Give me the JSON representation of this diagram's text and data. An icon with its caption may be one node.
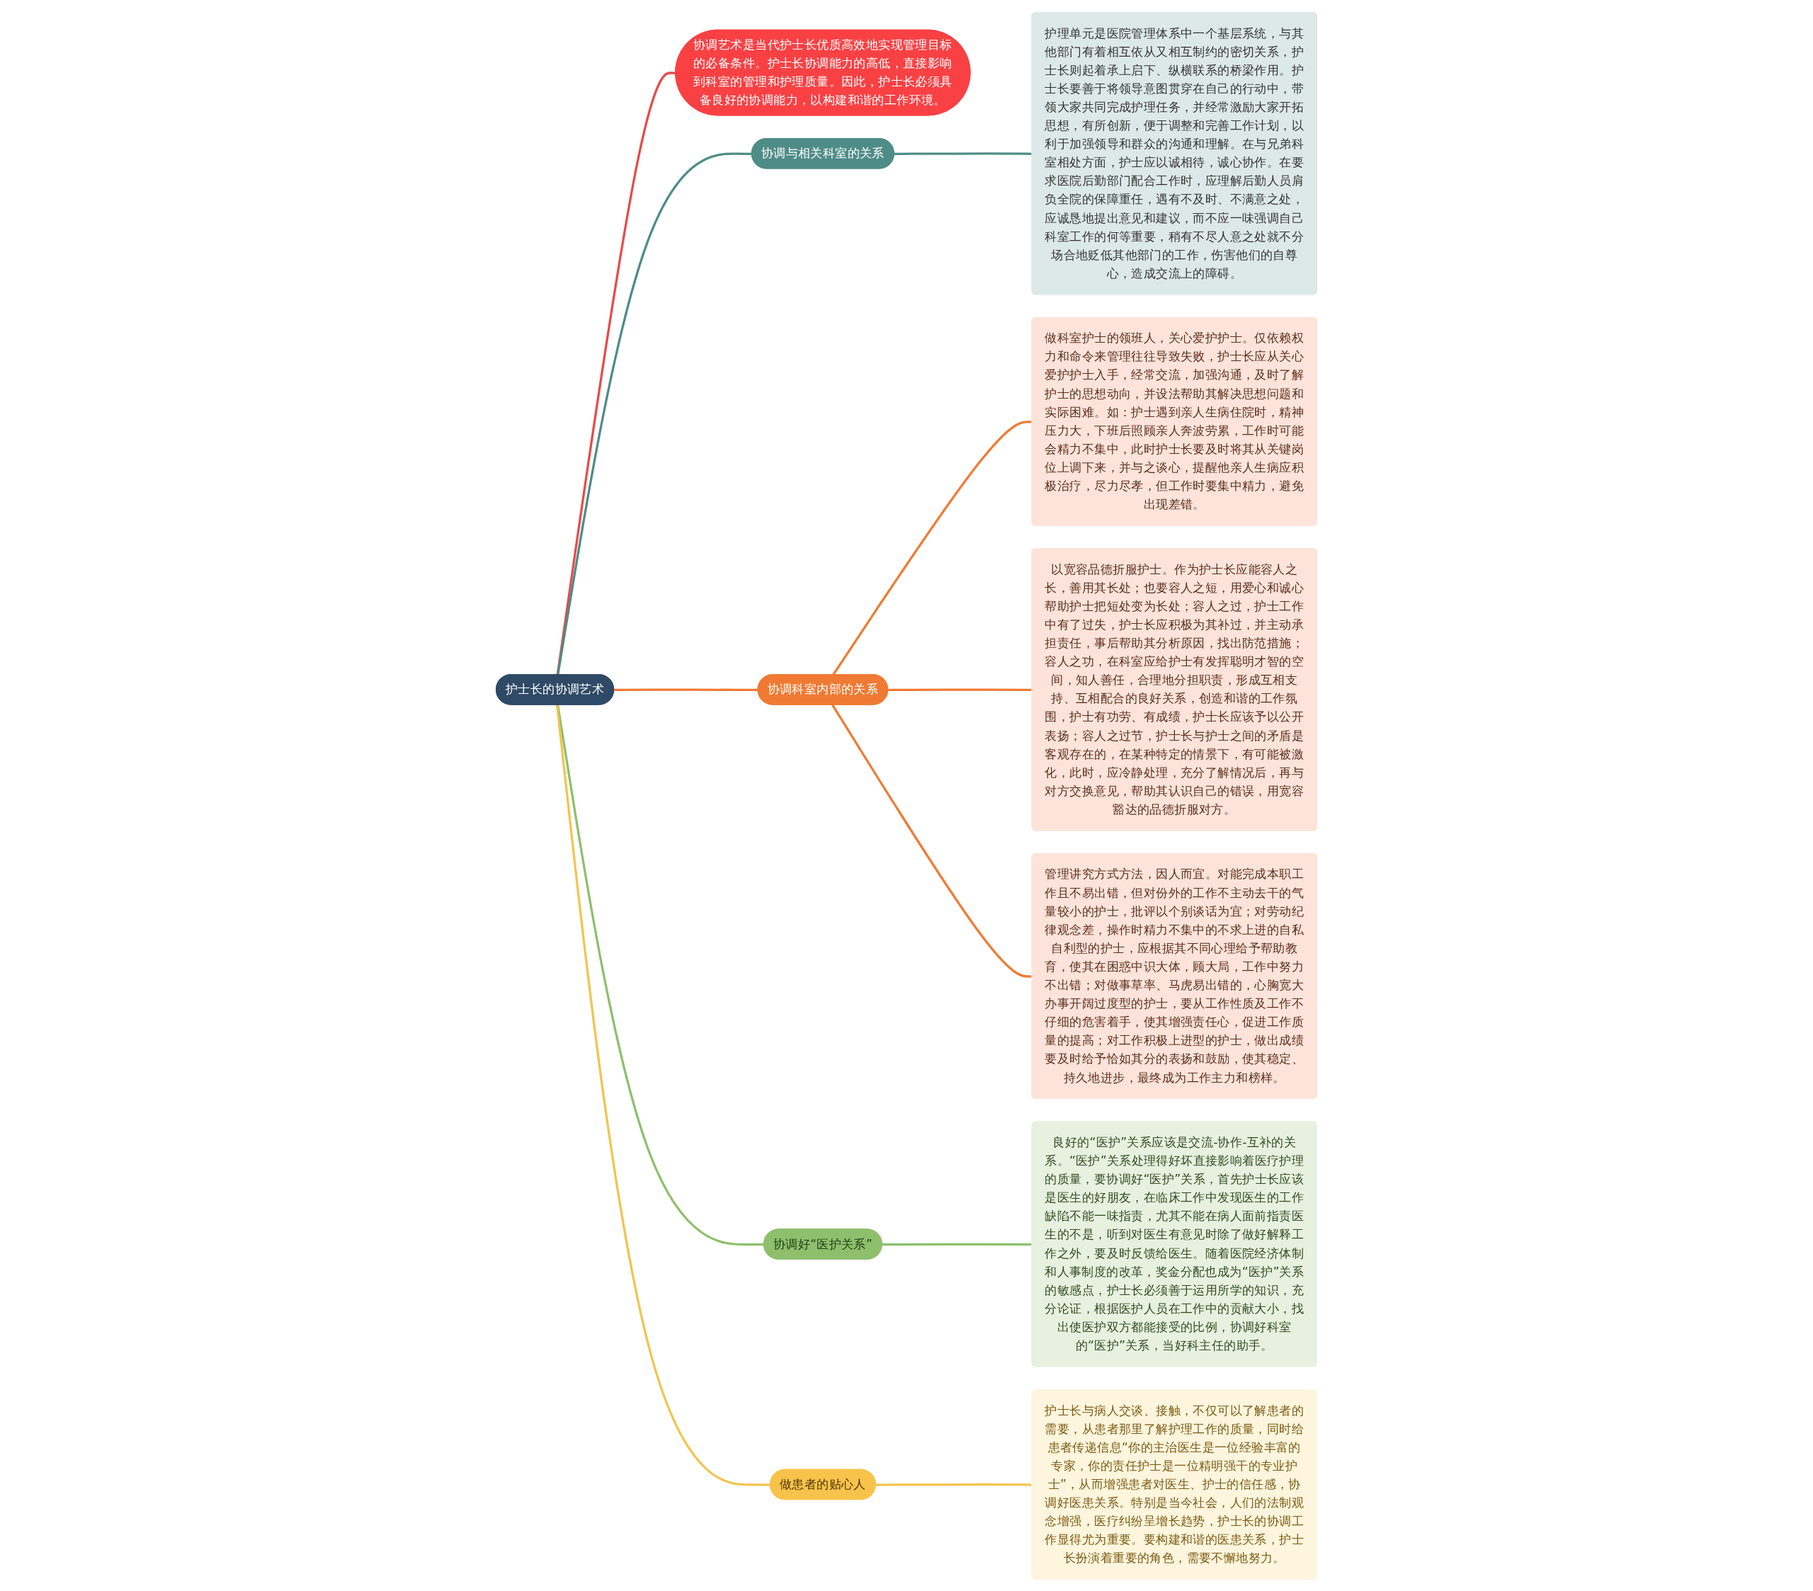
{
  "diagram": {
    "nodes": [
      {
        "text": [
          "护士长的协调艺术"
        ]
      },
      {
        "text": [
          "协调艺术是当代护士长优质高效地实现管理目标的必备条件。护士长协调能力的高低，直接影响到科室的管理和护理质量。因此，护士长必须具备良好的协调能力，以构建和谐的工作环境。"
        ]
      },
      {
        "text": [
          "协调与相关科室的关系"
        ]
      },
      {
        "text": [
          "护理单元是医院管理体系中一个基层系统，与其他部门有着相互依从又相互制约的密切关系，护士长则起着承上启下、纵横联系的桥梁作用。护士长要善于将领导意图贯穿在自己的行动中，带领大家共同完成护理任务，并经常激励大家开拓思想，有所创新，便于调整和完善工作计划，以利于加强领导和群众的沟通和理解。在与兄弟科室相处方面，护士应以诚相待，诚心协作。在要求医院后勤部门配合工作时，应理解后勤人员肩负全院的保障重任，遇有不及时、不满意之处，应诚恳地提出意见和建议，而不应一味强调自己科室工作的何等重要，稍有不尽人意之处就不分场合地贬低其他部门的工作，伤害他们的自尊心，造成交流上的障碍。"
        ]
      },
      {
        "text": [
          "协调科室内部的关系"
        ]
      },
      {
        "text": [
          "做科室护士的领班人，关心爱护护士。仅依赖权力和命令来管理往往导致失败，护士长应从关心爱护护士入手，经常交流，加强沟通，及时了解护士的思想动向，并设法帮助其解决思想问题和实际困难。如：护士遇到亲人生病住院时，精神压力大，下班后照顾亲人奔波劳累，工作时可能会精力不集中，此时护士长要及时将其从关键岗位上调下来，并与之谈心，提醒他亲人生病应积极治疗，尽力尽孝，但工作时要集中精力，避免出现差错。"
        ]
      },
      {
        "text": [
          "以宽容品德折服护士。作为护士长应能容人之长，善用其长处；也要容人之短，用爱心和诚心帮助护士把短处变为长处；容人之过，护士工作中有了过失，护士长应积极为其补过，并主动承担责任，事后帮助其分析原因，找出防范措施；容人之功，在科室应给护士有发挥聪明才智的空间，知人善任，合理地分担职责，形成互相支持、互相配合的良好关系，创造和谐的工作氛围，护士有功劳、有成绩，护士长应该予以公开表扬；容人之过节，护士长与护士之间的矛盾是客观存在的，在某种特定的情景下，有可能被激化，此时，应冷静处理，充分了解情况后，再与对方交换意见，帮助其认识自己的错误，用宽容豁达的品德折服对方。"
        ]
      },
      {
        "text": [
          "管理讲究方式方法，因人而宜。对能完成本职工作且不易出错，但对份外的工作不主动去干的气量较小的护士，批评以个别谈话为宜；对劳动纪律观念差，操作时精力不集中的不求上进的自私自利型的护士，应根据其不同心理给予帮助教育，使其在困惑中识大体，顾大局，工作中努力不出错；对做事草率、马虎易出错的，心胸宽大办事开阔过度型的护士，要从工作性质及工作不仔细的危害着手，使其增强责任心，促进工作质量的提高；对工作积极上进型的护士，做出成绩要及时给予恰如其分的表扬和鼓励，使其稳定、持久地进步，最终成为工作主力和榜样。"
        ]
      },
      {
        "text": [
          "协调好“医护关系”"
        ]
      },
      {
        "text": [
          "良好的“医护”关系应该是交流-协作-互补的关系。“医护”关系处理得好坏直接影响着医疗护理的质量，要协调好“医护”关系，首先护士长应该是医生的好朋友，在临床工作中发现医生的工作缺陷不能一味指责，尤其不能在病人面前指责医生的不是，听到对医生有意见时除了做好解释工作之外，要及时反馈给医生。随着医院经济体制和人事制度的改革，奖金分配也成为“医护”关系的敏感点，护士长必须善于运用所学的知识，充分论证，根据医护人员在工作中的贡献大小，找出使医护双方都能接受的比例，协调好科室的“医护”关系，当好科主任的助手。"
        ]
      },
      {
        "text": [
          "做患者的贴心人"
        ]
      },
      {
        "text": [
          "护士长与病人交谈、接触，不仅可以了解患者的需要，从患者那里了解护理工作的质量，同时给患者传递信息“你的主治医生是一位经验丰富的专家，你的责任护士是一位精明强干的专业护士”，从而增强患者对医生、护士的信任感，协调好医患关系。特别是当今社会，人们的法制观念增强，医疗纠纷呈增长趋势，护士长的协调工作显得尤为重要。要构建和谐的医患关系，护士长扮演着重要的角色，需要不懈地努力。"
        ]
      }
    ],
    "edges": [
      {
        "from": 0,
        "to": 1,
        "arrow": "none",
        "color": "#e84a4a"
      },
      {
        "from": 0,
        "to": 2,
        "arrow": "none",
        "color": "#4e8c87"
      },
      {
        "from": 2,
        "to": 3,
        "arrow": "none",
        "color": "#4e8c87"
      },
      {
        "from": 0,
        "to": 4,
        "arrow": "none"
      },
      {
        "from": 4,
        "to": 5,
        "arrow": "none"
      },
      {
        "from": 4,
        "to": 6,
        "arrow": "none"
      },
      {
        "from": 4,
        "to": 7,
        "arrow": "none"
      },
      {
        "from": 0,
        "to": 8,
        "arrow": "none",
        "color": "#8dbf6c"
      },
      {
        "from": 8,
        "to": 9,
        "arrow": "none",
        "color": "#8dbf6c"
      },
      {
        "from": 0,
        "to": 10,
        "arrow": "none",
        "color": "#f2c44f"
      },
      {
        "from": 10,
        "to": 11,
        "arrow": "none",
        "color": "#f2c44f"
      }
    ]
  }
}
